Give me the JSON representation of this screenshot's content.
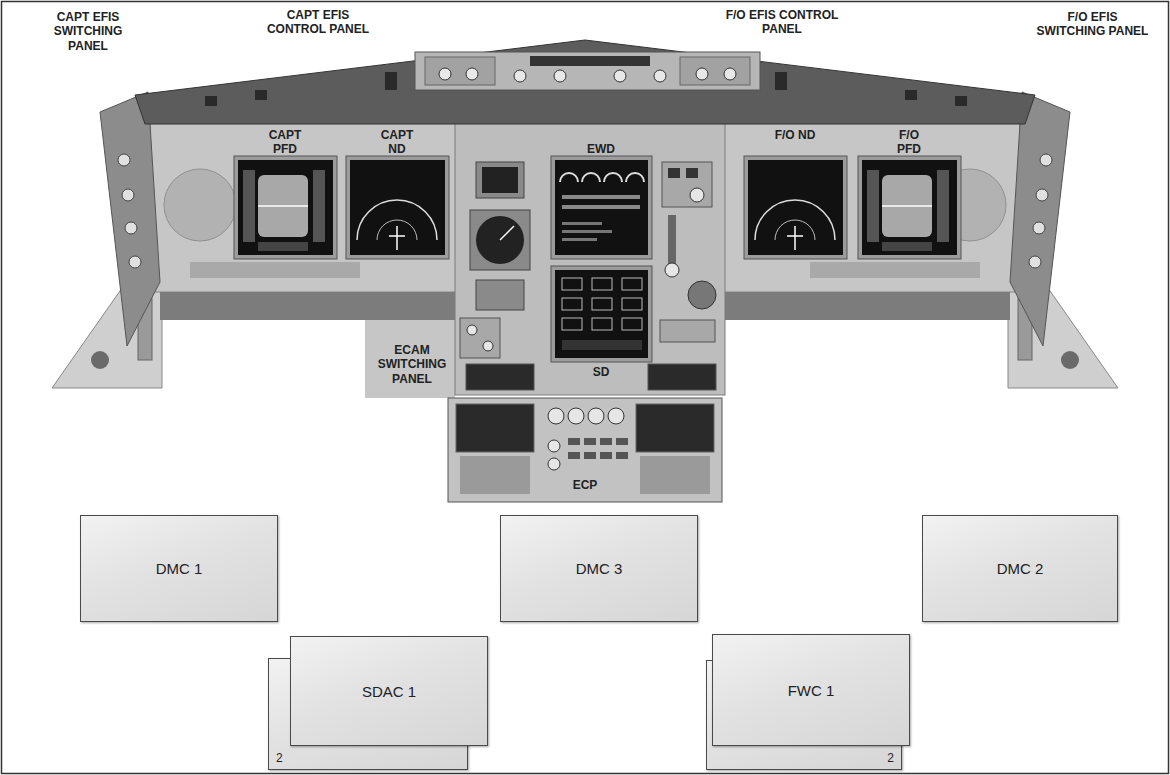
{
  "diagram": {
    "nodes": [
      {
        "text": [
          "DMC 1"
        ]
      },
      {
        "text": [
          "DMC 3"
        ]
      },
      {
        "text": [
          "DMC 2"
        ]
      },
      {
        "text": [
          "2"
        ]
      },
      {
        "text": [
          "SDAC 1"
        ]
      },
      {
        "text": [
          "2"
        ]
      },
      {
        "text": [
          "FWC 1"
        ]
      }
    ],
    "labels": [
      "CAPT EFIS SWITCHING PANEL",
      "CAPT EFIS CONTROL PANEL",
      "F/O EFIS CONTROL PANEL",
      "F/O EFIS SWITCHING PANEL",
      "CAPT PFD",
      "CAPT ND",
      "EWD",
      "F/O ND",
      "F/O PFD",
      "ECAM SWITCHING PANEL",
      "SD",
      "ECP"
    ]
  }
}
